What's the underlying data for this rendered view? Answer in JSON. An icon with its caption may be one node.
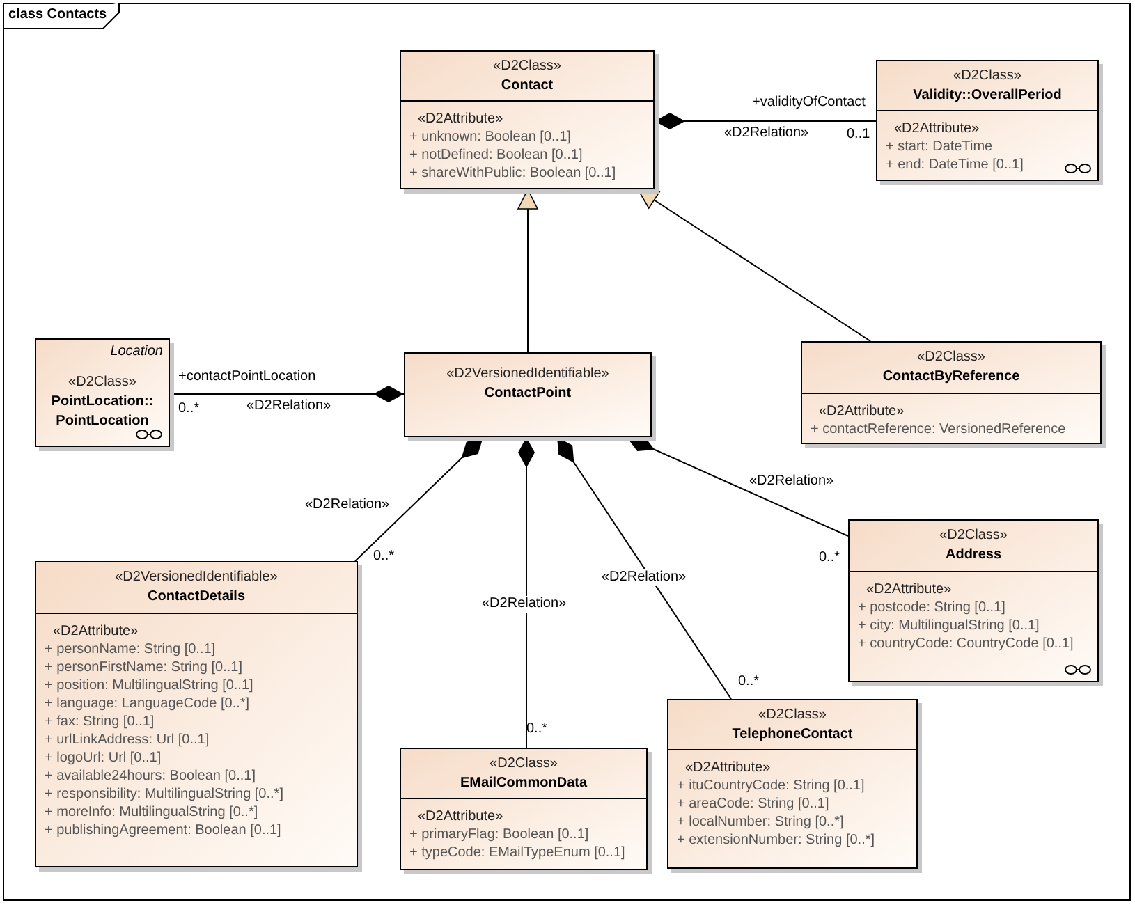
{
  "diagram": {
    "title": "class Contacts",
    "nodes": [
      {
        "text": [
          "«D2Class»",
          "Contact",
          "«D2Attribute»",
          "+ unknown: Boolean [0..1]",
          "+ notDefined: Boolean [0..1]",
          "+ shareWithPublic: Boolean [0..1]"
        ]
      },
      {
        "text": [
          "«D2Class»",
          "Validity::OverallPeriod",
          "«D2Attribute»",
          "+ start: DateTime",
          "+ end: DateTime [0..1]"
        ]
      },
      {
        "text": [
          "Location",
          "«D2Class»",
          "PointLocation:: PointLocation"
        ]
      },
      {
        "text": [
          "«D2VersionedIdentifiable»",
          "ContactPoint"
        ]
      },
      {
        "text": [
          "«D2Class»",
          "ContactByReference",
          "«D2Attribute»",
          "+ contactReference: VersionedReference"
        ]
      },
      {
        "text": [
          "«D2VersionedIdentifiable»",
          "ContactDetails",
          "«D2Attribute»",
          "+ personName: String [0..1]",
          "+ personFirstName: String [0..1]",
          "+ position: MultilingualString [0..1]",
          "+ language: LanguageCode [0..*]",
          "+ fax: String [0..1]",
          "+ urlLinkAddress: Url [0..1]",
          "+ logoUrl: Url [0..1]",
          "+ available24hours: Boolean [0..1]",
          "+ responsibility: MultilingualString [0..*]",
          "+ moreInfo: MultilingualString [0..*]",
          "+ publishingAgreement: Boolean [0..1]"
        ]
      },
      {
        "text": [
          "«D2Class»",
          "Address",
          "«D2Attribute»",
          "+ postcode: String [0..1]",
          "+ city: MultilingualString [0..1]",
          "+ countryCode: CountryCode [0..1]"
        ]
      },
      {
        "text": [
          "«D2Class»",
          "EMailCommonData",
          "«D2Attribute»",
          "+ primaryFlag: Boolean [0..1]",
          "+ typeCode: EMailTypeEnum [0..1]"
        ]
      },
      {
        "text": [
          "«D2Class»",
          "TelephoneContact",
          "«D2Attribute»",
          "+ ituCountryCode: String [0..1]",
          "+ areaCode: String [0..1]",
          "+ localNumber: String [0..*]",
          "+ extensionNumber: String [0..*]"
        ]
      }
    ],
    "edges": [
      {
        "from": 0,
        "to": 1,
        "arrow": "other",
        "label": "«D2Relation»"
      },
      {
        "from": 3,
        "to": 0,
        "arrow": "to"
      },
      {
        "from": 4,
        "to": 0,
        "arrow": "to"
      },
      {
        "from": 3,
        "to": 2,
        "arrow": "other",
        "label": "«D2Relation»"
      },
      {
        "from": 3,
        "to": 5,
        "arrow": "other",
        "label": "«D2Relation»"
      },
      {
        "from": 3,
        "to": 7,
        "arrow": "other",
        "label": "«D2Relation»"
      },
      {
        "from": 3,
        "to": 8,
        "arrow": "other",
        "label": "«D2Relation»"
      },
      {
        "from": 3,
        "to": 6,
        "arrow": "other",
        "label": "«D2Relation»"
      }
    ],
    "labels": [
      "+validityOfContact",
      "0..1",
      "+contactPointLocation",
      "0..*",
      "0..*",
      "0..*",
      "0..*",
      "0..*"
    ]
  }
}
